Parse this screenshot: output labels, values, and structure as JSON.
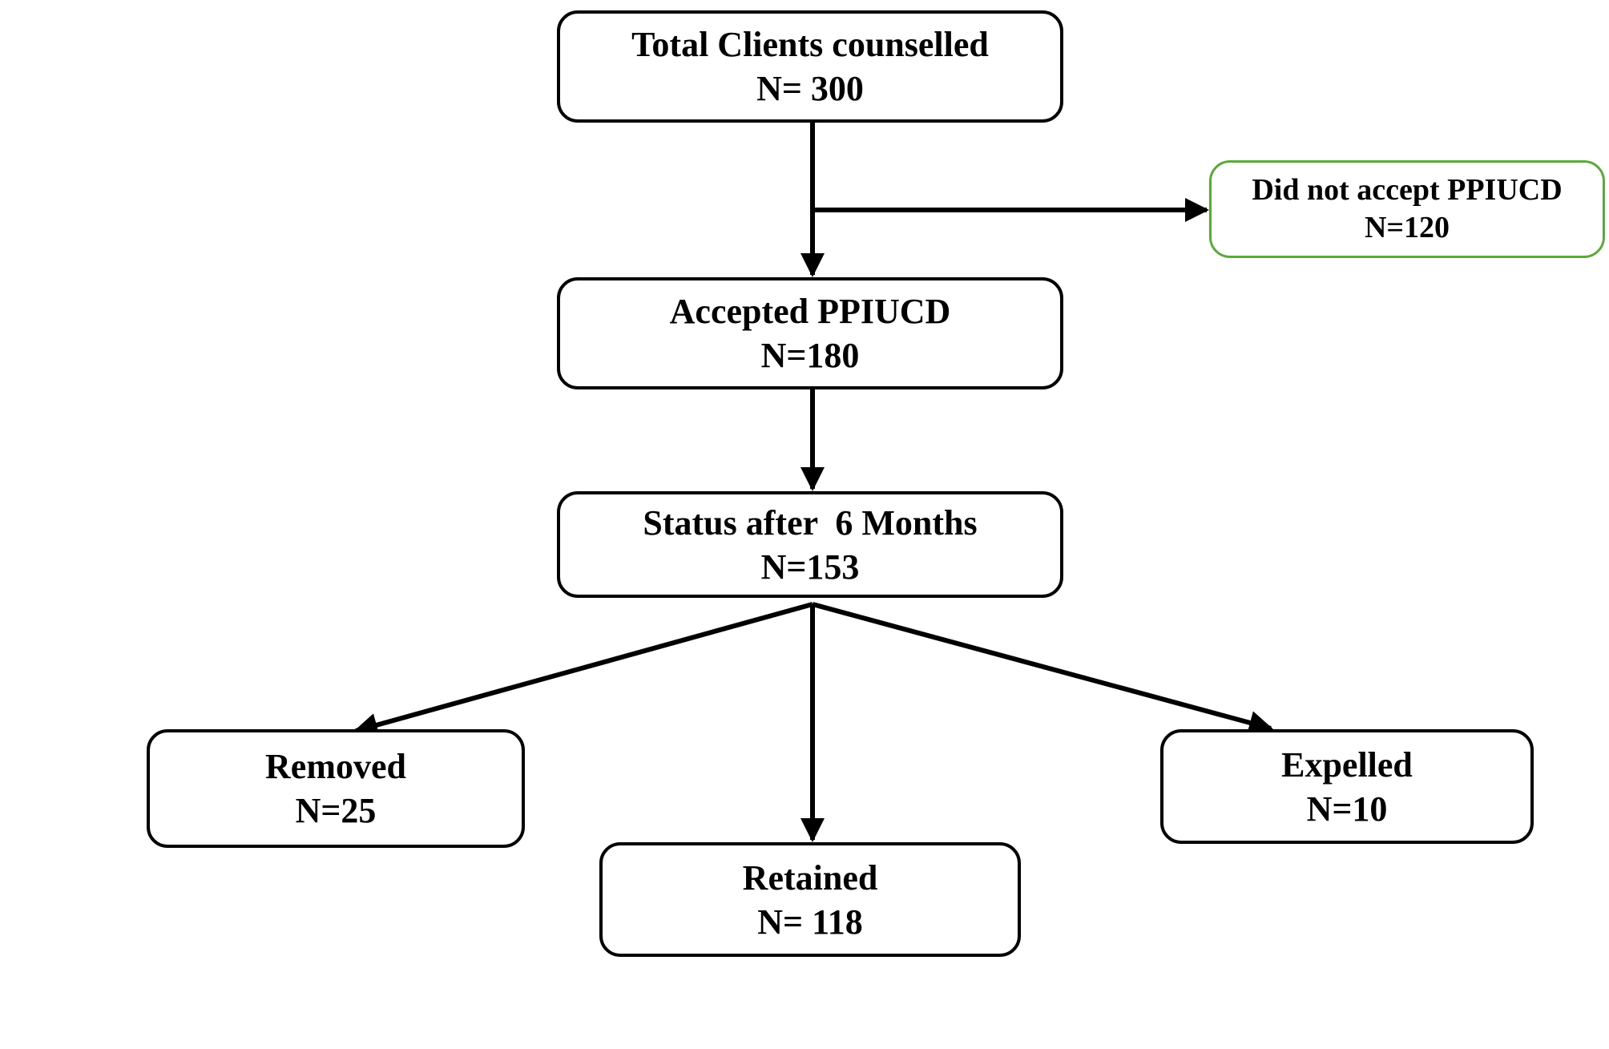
{
  "diagram": {
    "stroke_color": "#000000",
    "accent_green": "#5aaa3a",
    "nodes": {
      "total": {
        "title": "Total Clients counselled",
        "count": "N= 300"
      },
      "not_accepted": {
        "title": "Did not accept PPIUCD",
        "count": "N=120"
      },
      "accepted": {
        "title": "Accepted PPIUCD",
        "count": "N=180"
      },
      "status": {
        "title": "Status after  6 Months",
        "count": "N=153"
      },
      "removed": {
        "title": "Removed",
        "count": "N=25"
      },
      "retained": {
        "title": "Retained",
        "count": "N= 118"
      },
      "expelled": {
        "title": "Expelled",
        "count": "N=10"
      }
    }
  }
}
